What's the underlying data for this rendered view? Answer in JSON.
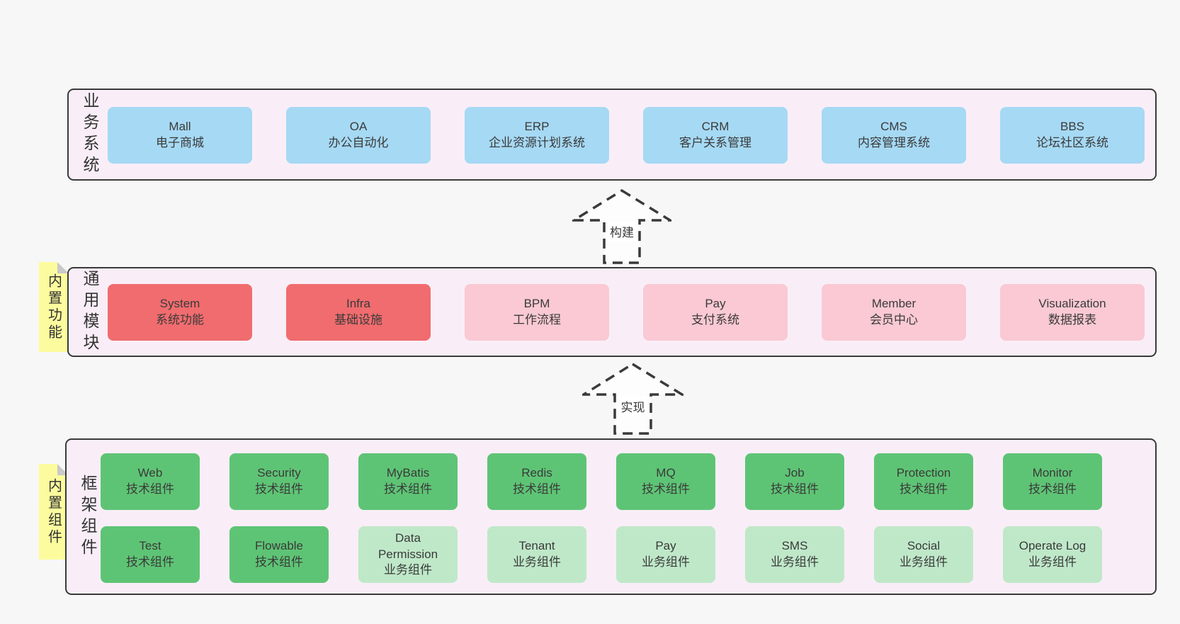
{
  "colors": {
    "page_background": "#f7f7f7",
    "container_background": "#f9eef7",
    "container_border": "#3a3a3a",
    "blue_box": "#a6d9f4",
    "red_box": "#f16c6e",
    "pink_box": "#fac9d3",
    "green_box": "#5ec475",
    "light_green_box": "#bfe8c9",
    "sticky_note": "#fcfc9e",
    "sticky_fold": "#c9c9c9"
  },
  "arrows": [
    {
      "label": "构建"
    },
    {
      "label": "实现"
    }
  ],
  "layers": [
    {
      "label": "业务系统",
      "items": [
        {
          "en": "Mall",
          "zh": "电子商城",
          "variant": "blue"
        },
        {
          "en": "OA",
          "zh": "办公自动化",
          "variant": "blue"
        },
        {
          "en": "ERP",
          "zh": "企业资源计划系统",
          "variant": "blue"
        },
        {
          "en": "CRM",
          "zh": "客户关系管理",
          "variant": "blue"
        },
        {
          "en": "CMS",
          "zh": "内容管理系统",
          "variant": "blue"
        },
        {
          "en": "BBS",
          "zh": "论坛社区系统",
          "variant": "blue"
        }
      ]
    },
    {
      "label": "通用模块",
      "sticky": "内置功能",
      "items": [
        {
          "en": "System",
          "zh": "系统功能",
          "variant": "red"
        },
        {
          "en": "Infra",
          "zh": "基础设施",
          "variant": "red"
        },
        {
          "en": "BPM",
          "zh": "工作流程",
          "variant": "pink"
        },
        {
          "en": "Pay",
          "zh": "支付系统",
          "variant": "pink"
        },
        {
          "en": "Member",
          "zh": "会员中心",
          "variant": "pink"
        },
        {
          "en": "Visualization",
          "zh": "数据报表",
          "variant": "pink"
        }
      ]
    },
    {
      "label": "框架组件",
      "sticky": "内置组件",
      "rows": [
        [
          {
            "en": "Web",
            "zh": "技术组件",
            "variant": "green"
          },
          {
            "en": "Security",
            "zh": "技术组件",
            "variant": "green"
          },
          {
            "en": "MyBatis",
            "zh": "技术组件",
            "variant": "green"
          },
          {
            "en": "Redis",
            "zh": "技术组件",
            "variant": "green"
          },
          {
            "en": "MQ",
            "zh": "技术组件",
            "variant": "green"
          },
          {
            "en": "Job",
            "zh": "技术组件",
            "variant": "green"
          },
          {
            "en": "Protection",
            "zh": "技术组件",
            "variant": "green"
          },
          {
            "en": "Monitor",
            "zh": "技术组件",
            "variant": "green"
          }
        ],
        [
          {
            "en": "Test",
            "zh": "技术组件",
            "variant": "green"
          },
          {
            "en": "Flowable",
            "zh": "技术组件",
            "variant": "green"
          },
          {
            "en": "Data Permission",
            "zh": "业务组件",
            "variant": "lightgreen"
          },
          {
            "en": "Tenant",
            "zh": "业务组件",
            "variant": "lightgreen"
          },
          {
            "en": "Pay",
            "zh": "业务组件",
            "variant": "lightgreen"
          },
          {
            "en": "SMS",
            "zh": "业务组件",
            "variant": "lightgreen"
          },
          {
            "en": "Social",
            "zh": "业务组件",
            "variant": "lightgreen"
          },
          {
            "en": "Operate Log",
            "zh": "业务组件",
            "variant": "lightgreen"
          }
        ]
      ]
    }
  ]
}
